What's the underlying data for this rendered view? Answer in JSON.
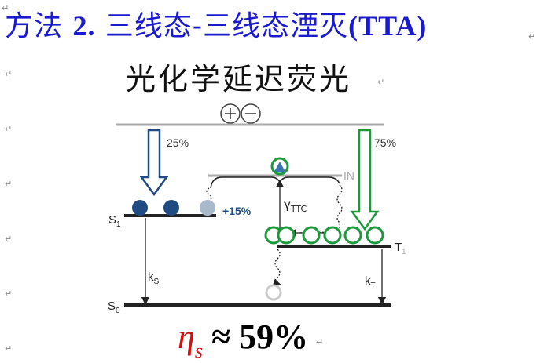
{
  "title": {
    "prefix": "方法",
    "number": "2.",
    "text": "三线态-三线态湮灭",
    "abbr": "(TTA)"
  },
  "subtitle": "光化学延迟荧光",
  "paragraph_mark": "↵",
  "diagram": {
    "charge_pair": {
      "plus": "+",
      "minus": "−"
    },
    "singlet_fraction": "25%",
    "triplet_fraction": "75%",
    "extra_singlet": "+15%",
    "intermediate_label": "IN",
    "gamma_label": "γ",
    "gamma_sub": "TTC",
    "levels": {
      "s1": {
        "label": "S",
        "sub": "1"
      },
      "s0": {
        "label": "S",
        "sub": "0"
      },
      "t1": {
        "label": "T",
        "sub": "1"
      }
    },
    "rates": {
      "ks": {
        "label": "k",
        "sub": "S"
      },
      "kt": {
        "label": "k",
        "sub": "T"
      }
    },
    "colors": {
      "singlet_blue": "#1f4a82",
      "triplet_green": "#1a9a3a",
      "gray_line": "#aaaaaa",
      "light_exciton": "#a9b9cc",
      "title_blue": "#1a1ad0",
      "eta_red": "#d01010"
    }
  },
  "efficiency": {
    "symbol": "η",
    "sub": "s",
    "value": "≈ 59%"
  }
}
